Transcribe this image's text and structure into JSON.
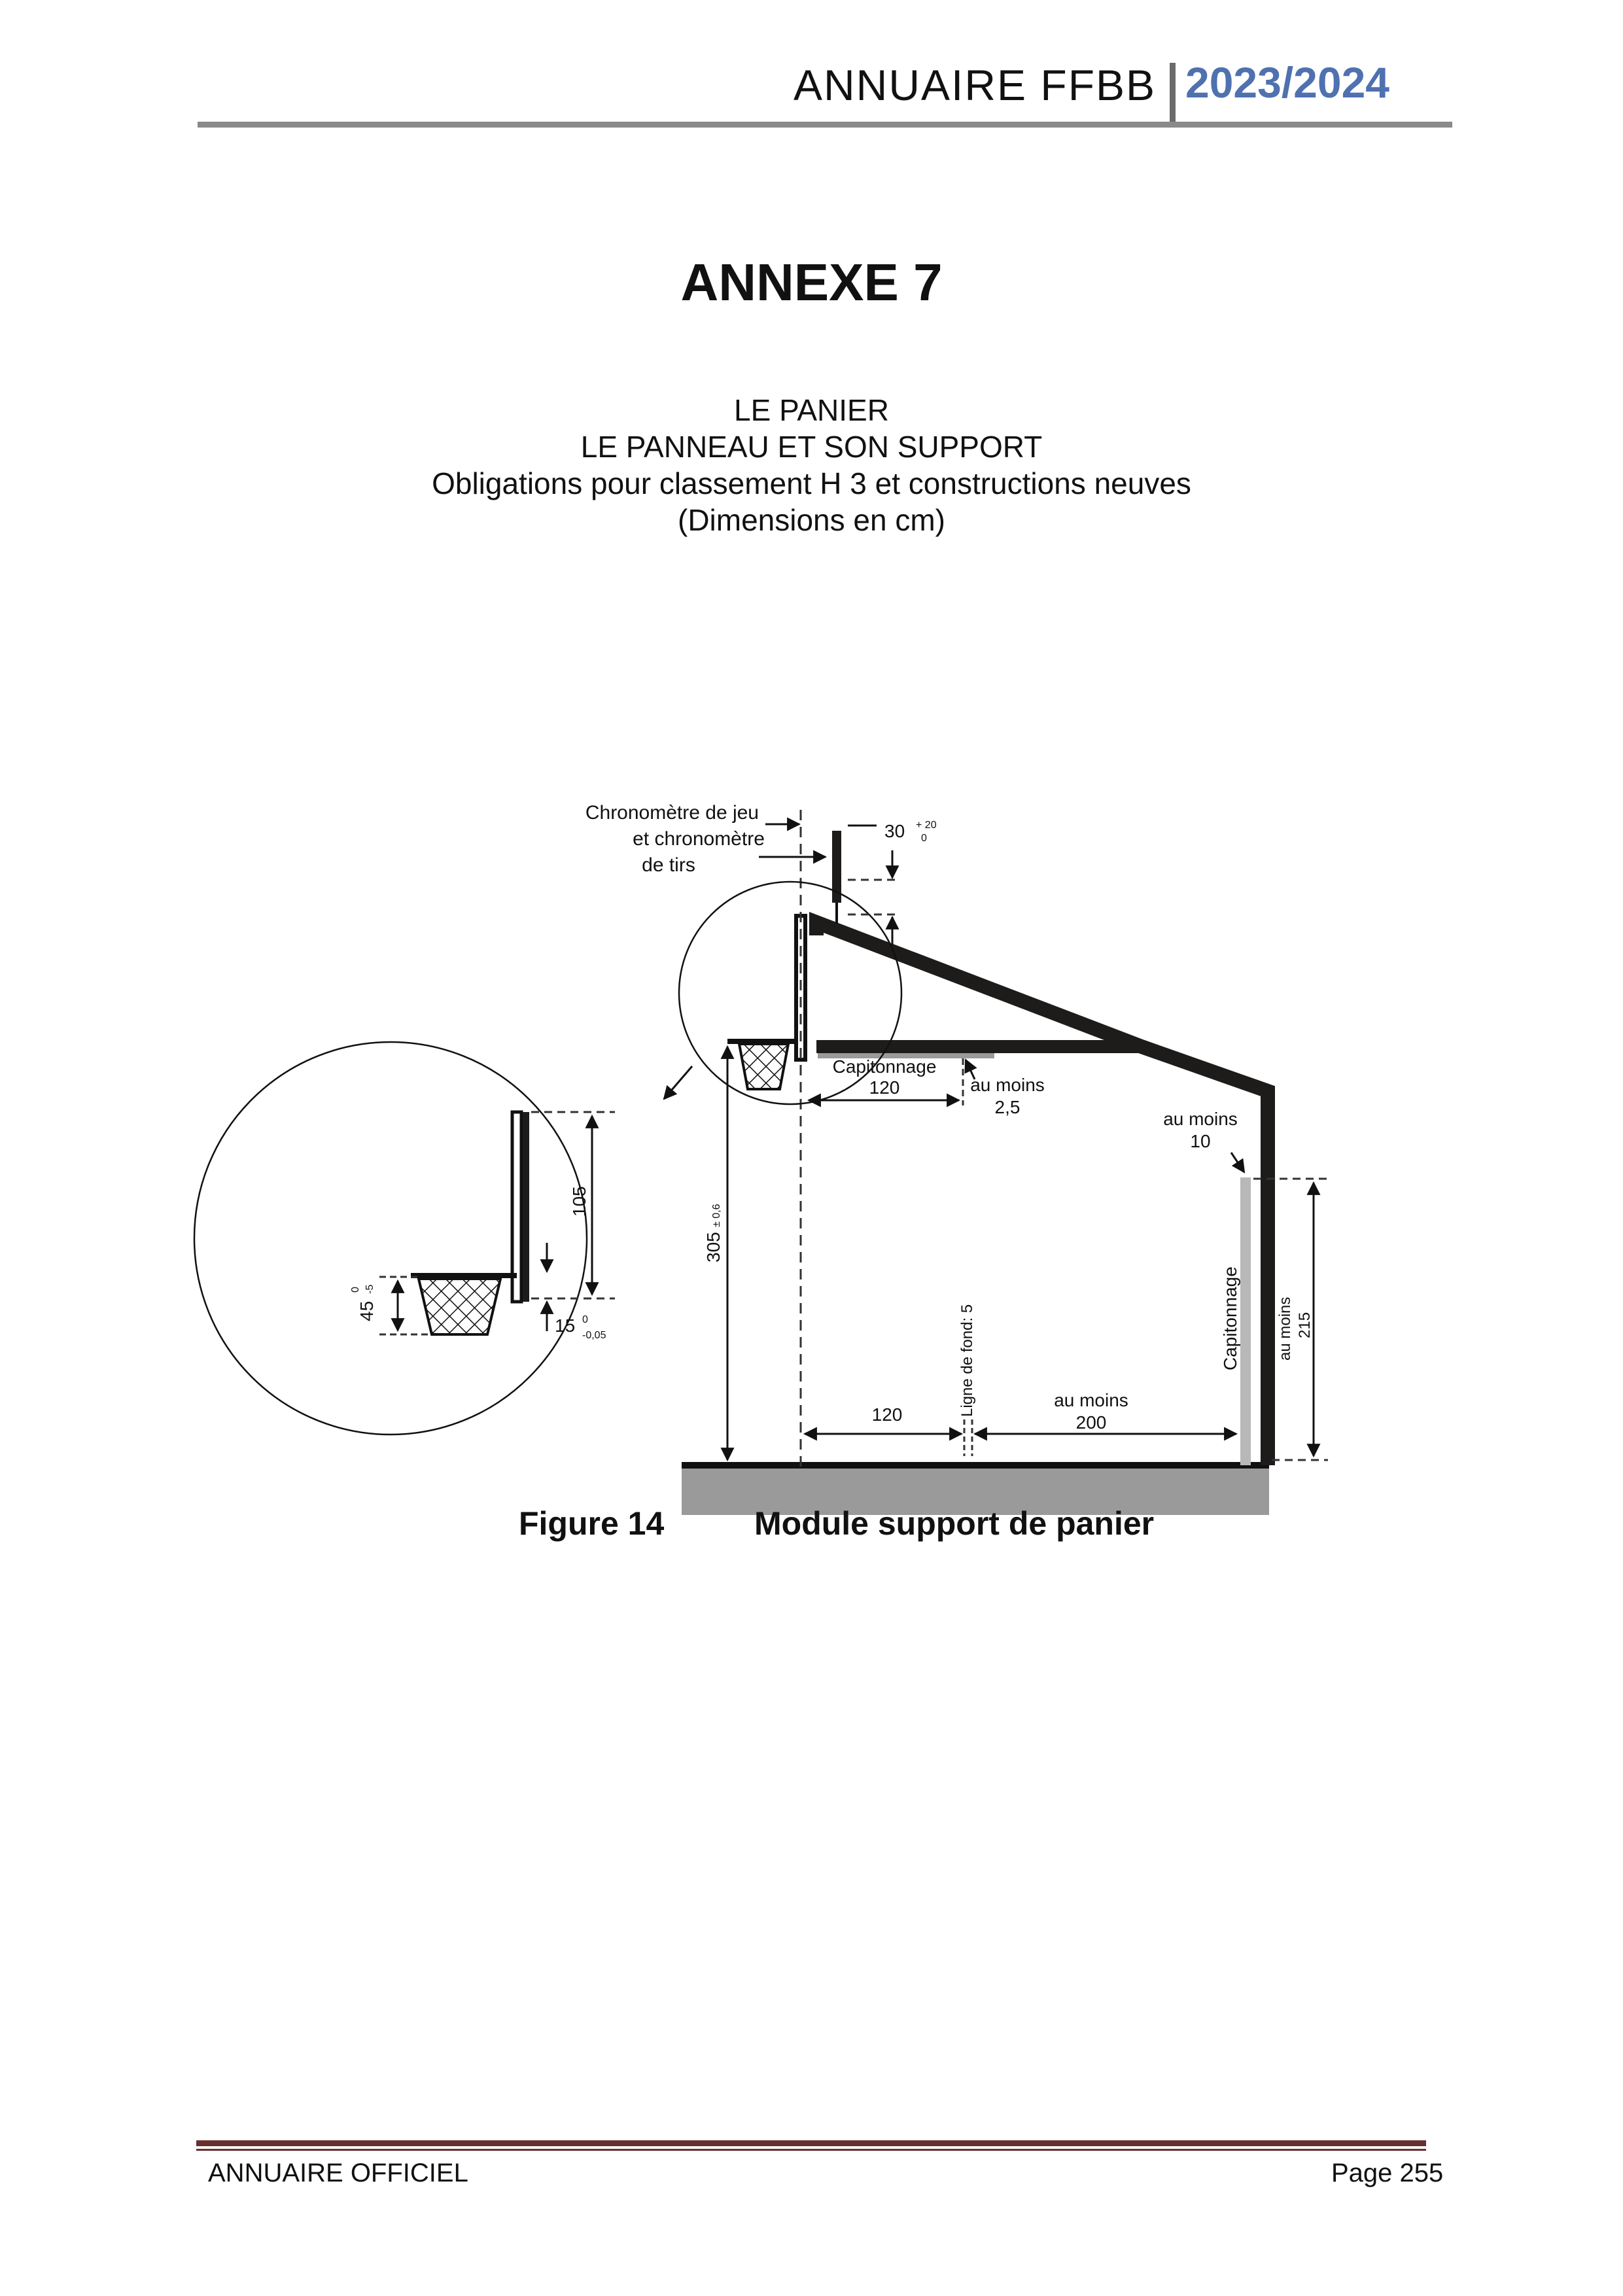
{
  "header": {
    "title": "ANNUAIRE FFBB",
    "year": "2023/2024"
  },
  "annexe": "ANNEXE 7",
  "subtitle": [
    "LE PANIER",
    "LE PANNEAU ET SON SUPPORT",
    "Obligations pour classement H 3 et constructions neuves",
    "(Dimensions en cm)"
  ],
  "figure": {
    "number": "Figure 14",
    "title": "Module support de panier",
    "labels": {
      "chrono_1": "Chronomètre de jeu",
      "chrono_2": "et chronomètre",
      "chrono_3": "de tirs",
      "dim_30": "30",
      "tol_30_plus": "+ 20",
      "tol_30_zero": "0",
      "capit_top": "Capitonnage",
      "dim_120_top": "120",
      "au_moins_a": "au moins",
      "dim_2_5": "2,5",
      "au_moins_b": "au moins",
      "dim_10": "10",
      "dim_305": "305",
      "tol_305": "± 0,6",
      "dim_105": "105",
      "dim_45": "45",
      "tol_45_zero": "0",
      "tol_45_minus": "-5",
      "dim_15": "15",
      "tol_15_zero": "0",
      "tol_15_minus": "-0,05",
      "ligne_de_fond": "Ligne de fond: 5",
      "dim_120_bottom": "120",
      "au_moins_c": "au moins",
      "dim_200": "200",
      "capit_side": "Capitonnage",
      "au_moins_d": "au moins",
      "dim_215": "215"
    }
  },
  "footer": {
    "left": "ANNUAIRE OFFICIEL",
    "right": "Page 255"
  }
}
